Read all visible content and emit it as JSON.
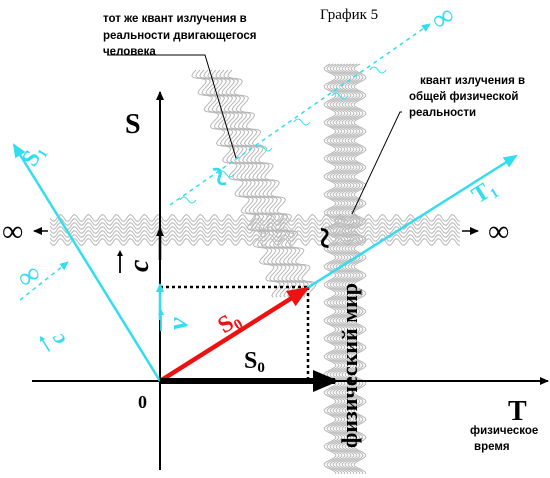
{
  "title": "График 5",
  "notes": {
    "moving_line1": "тот же квант излучения в",
    "moving_line2": "реальности двигающегося",
    "moving_line3": "человека",
    "common_line1": "квант излучения в",
    "common_line2": "общей физической",
    "common_line3": "реальности"
  },
  "axes": {
    "s": "S",
    "t": "T",
    "s1": "S",
    "s1_sub": "1",
    "t1": "T",
    "t1_sub": "1",
    "origin": "0",
    "time_line1": "физическое",
    "time_line2": "время"
  },
  "vectors": {
    "s0_red": "S",
    "s0_red_sub": "0",
    "s0_black": "S",
    "s0_black_sub": "0",
    "c_left": "c",
    "c_moving": "c",
    "v": "v"
  },
  "band_label": "физический мир",
  "quantum_glyph": "~",
  "infinity": "∞",
  "colors": {
    "cyan": "#33ddf0",
    "red": "#ee1111",
    "black": "#000000",
    "band": "#b8b8b8"
  }
}
